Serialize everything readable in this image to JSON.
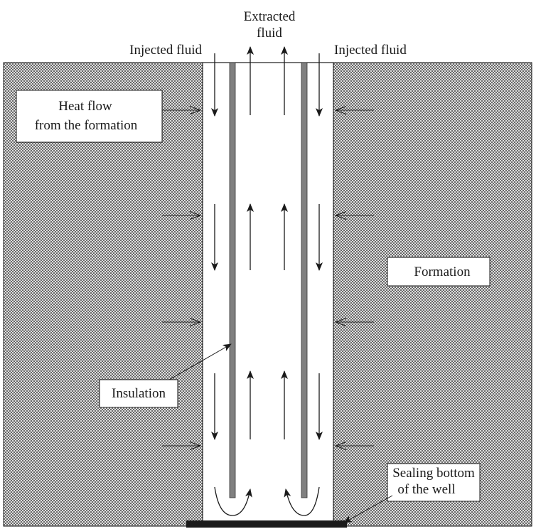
{
  "labels": {
    "extracted_line1": "Extracted",
    "extracted_line2": "fluid",
    "injected_left": "Injected fluid",
    "injected_right": "Injected fluid",
    "heat_flow_line1": "Heat flow",
    "heat_flow_line2": "from the formation",
    "formation": "Formation",
    "insulation": "Insulation",
    "sealing_line1": "Sealing bottom",
    "sealing_line2": "of the well"
  },
  "colors": {
    "formation_hatch": "#555555",
    "insulation": "#808080",
    "sealing_bottom": "#1a1a1a",
    "ink": "#1a1a1a"
  }
}
